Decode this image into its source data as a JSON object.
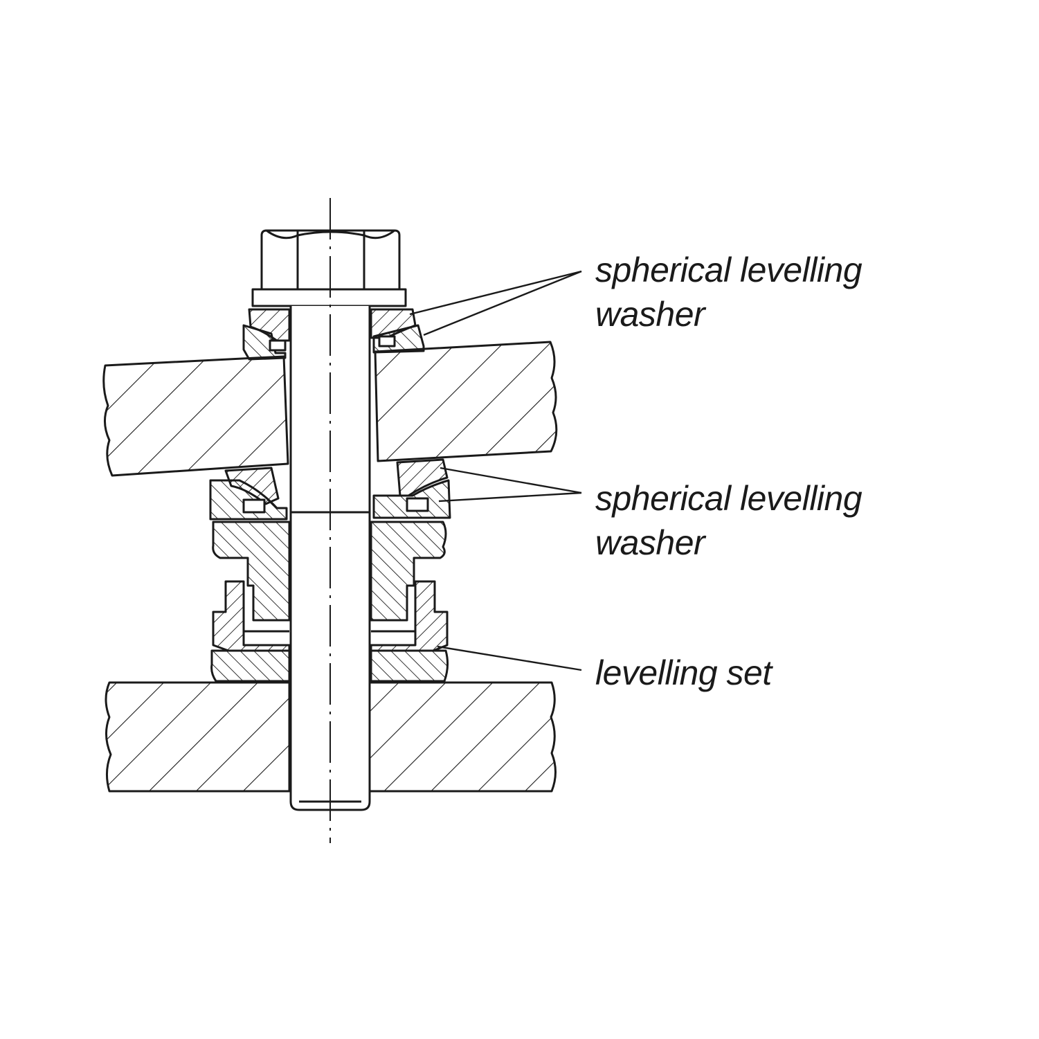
{
  "labels": {
    "upper_washer": {
      "line1": "spherical levelling",
      "line2": "washer"
    },
    "lower_washer": {
      "line1": "spherical levelling",
      "line2": "washer"
    },
    "levelling_set": {
      "line1": "levelling set"
    }
  },
  "colors": {
    "ink": "#1a1a1a",
    "paper": "#ffffff"
  }
}
